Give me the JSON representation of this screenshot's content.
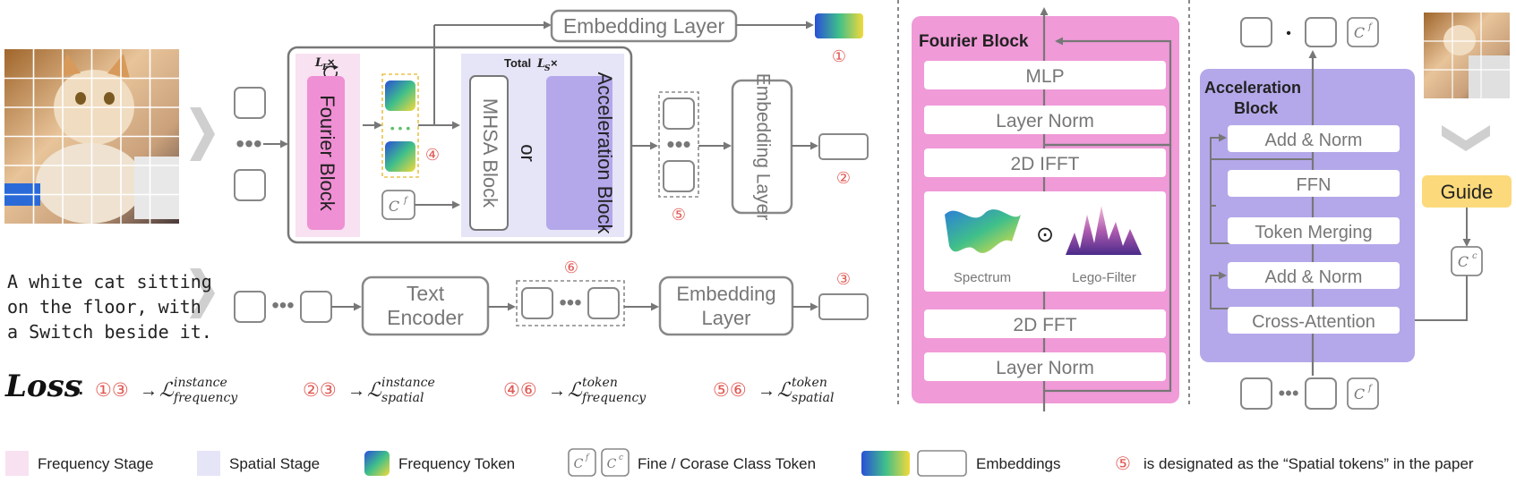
{
  "colors": {
    "frequency_stage": "#f8e1f1",
    "spatial_stage": "#e6e4f7",
    "fourier_bar": "#ef8fd4",
    "fourier_panel": "#f09ad8",
    "acceleration": "#b4a8ea",
    "guide": "#fcd97a",
    "circle_red": "#e05a55"
  },
  "main": {
    "embedding_layer_top": "Embedding Layer",
    "lf_label": "L",
    "lf_sub": "F",
    "lf_times": "×",
    "fourier_block": "Fourier Block",
    "total_ls": "Total",
    "total_ls_l": "L",
    "total_ls_sub": "S",
    "total_ls_times": "×",
    "mhsa_block": "MHSA Block",
    "or": "or",
    "acceleration_block": "Acceleration Block",
    "embedding_layer_right": "Embedding Layer",
    "cf_label": "C",
    "cf_sup": "f",
    "text_encoder_1": "Text",
    "text_encoder_2": "Encoder",
    "embedding_layer_bottom_1": "Embedding",
    "embedding_layer_bottom_2": "Layer",
    "caption_line1": "A white cat sitting",
    "caption_line2": "on the floor, with",
    "caption_line3": "a Switch beside it.",
    "circle_1": "①",
    "circle_2": "②",
    "circle_3": "③",
    "circle_4": "④",
    "circle_5": "⑤",
    "circle_6": "⑥"
  },
  "loss": {
    "label": "Loss",
    "colon": ":",
    "items": [
      {
        "pair": "①③",
        "arrow": "→",
        "sup": "instance",
        "sub": "frequency"
      },
      {
        "pair": "②③",
        "arrow": "→",
        "sup": "instance",
        "sub": "spatial"
      },
      {
        "pair": "④⑥",
        "arrow": "→",
        "sup": "token",
        "sub": "frequency"
      },
      {
        "pair": "⑤⑥",
        "arrow": "→",
        "sup": "token",
        "sub": "spatial"
      }
    ],
    "script_l": "ℒ"
  },
  "fourier_panel": {
    "title": "Fourier Block",
    "mlp": "MLP",
    "layer_norm_top": "Layer Norm",
    "ifft": "2D IFFT",
    "spectrum": "Spectrum",
    "odot": "⊙",
    "lego_filter": "Lego-Filter",
    "fft": "2D FFT",
    "layer_norm_bottom": "Layer Norm"
  },
  "acceleration_panel": {
    "title_1": "Acceleration",
    "title_2": "Block",
    "add_norm_top": "Add & Norm",
    "ffn": "FFN",
    "token_merging": "Token Merging",
    "add_norm_mid": "Add & Norm",
    "cross_attention": "Cross-Attention",
    "guide": "Guide",
    "cc_label": "C",
    "cc_sup": "c",
    "cf_label": "C",
    "cf_sup": "f",
    "dot": "•"
  },
  "legend": {
    "frequency_stage": "Frequency Stage",
    "spatial_stage": "Spatial Stage",
    "frequency_token": "Frequency Token",
    "class_token": "Fine / Corase Class Token",
    "embeddings": "Embeddings",
    "designated": "is designated as the “Spatial tokens” in the paper",
    "circle_5": "⑤",
    "cf": "C",
    "cf_sup": "f",
    "cc": "C",
    "cc_sup": "c"
  }
}
